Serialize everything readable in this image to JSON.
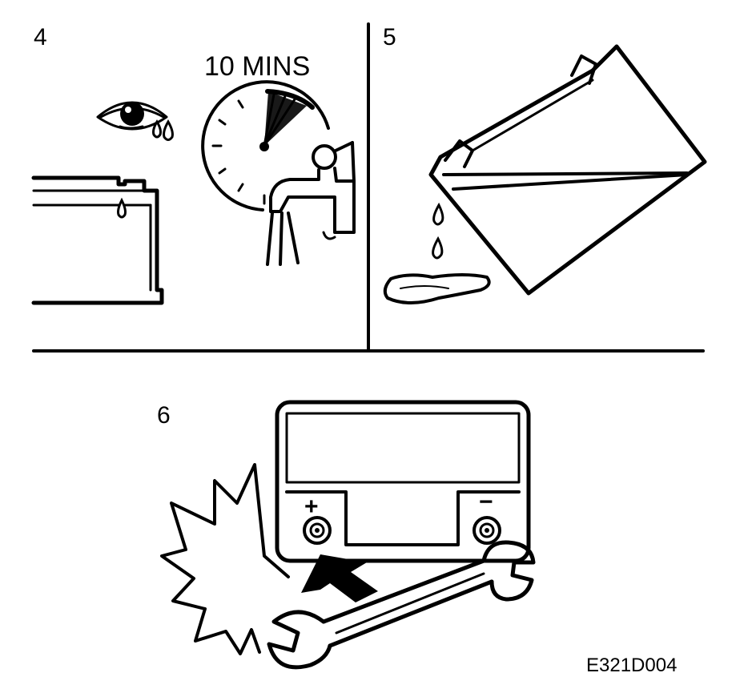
{
  "panels": [
    {
      "number": "4",
      "timer_label": "10 MINS"
    },
    {
      "number": "5"
    },
    {
      "number": "6",
      "positive_sign": "+",
      "negative_sign": "−"
    }
  ],
  "figure_code": "E321D004",
  "colors": {
    "ink": "#000000",
    "paper": "#ffffff"
  },
  "icons": [
    "eye-tear-icon",
    "stopwatch-icon",
    "water-tap-icon",
    "battery-icon",
    "acid-drop-icon",
    "spark-icon",
    "wrench-icon",
    "arrow-icon"
  ]
}
